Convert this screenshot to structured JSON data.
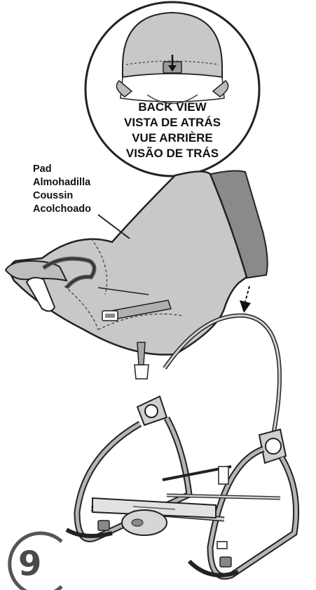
{
  "back_view": {
    "lines": [
      "BACK VIEW",
      "VISTA DE ATRÁS",
      "VUE ARRIÈRE",
      "VISÃO DE TRÁS"
    ]
  },
  "pad_label": {
    "lines": [
      "Pad",
      "Almohadilla",
      "Coussin",
      "Acolchoado"
    ]
  },
  "step": {
    "number": "9"
  },
  "colors": {
    "pad_fill": "#c8c8c8",
    "pad_back_shadow": "#8a8a8a",
    "frame_fill": "#b5b5b5",
    "outline": "#222222",
    "step_circle": "#555555"
  }
}
